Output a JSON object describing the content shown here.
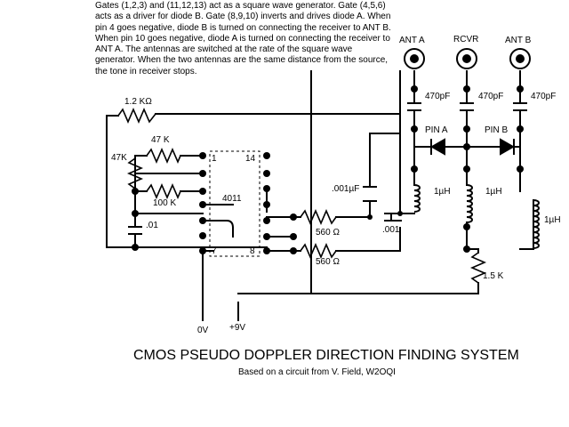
{
  "description": "Gates (1,2,3) and (11,12,13) act as a square wave generator. Gate (4,5,6) acts as a driver for diode B. Gate (8,9,10) inverts and drives diode A. When pin 4 goes negative, diode B is turned on connecting the receiver to ANT B. When pin 10 goes negative, diode A is turned on connecting the receiver to ANT A. The antennas are switched at the rate of the square wave generator. When the two antennas are the same distance from the source, the tone in receiver stops.",
  "labels": {
    "ant_a": "ANT A",
    "rcvr": "RCVR",
    "ant_b": "ANT B",
    "cap_470_a": "470pF",
    "cap_470_r": "470pF",
    "cap_470_b": "470pF",
    "pin_a": "PIN A",
    "pin_b": "PIN B",
    "ind_a": "1µH",
    "ind_r": "1µH",
    "ind_b": "1µH",
    "cap_001u": ".001µF",
    "cap_001": ".001",
    "r_560_top": "560 Ω",
    "r_560_bot": "560 Ω",
    "r_1k5": "1.5 K",
    "r_1k2": "1.2 KΩ",
    "r_47k_top": "47 K",
    "r_47k_left": "47K",
    "r_100k": "100 K",
    "cap_01": ".01",
    "ic": "4011",
    "pin1": "1",
    "pin14": "14",
    "pin7": "7",
    "pin8": "8",
    "gnd": "0V",
    "vcc": "+9V"
  },
  "title": "CMOS PSEUDO DOPPLER DIRECTION FINDING SYSTEM",
  "subtitle": "Based on a circuit from V. Field, W2OQI"
}
